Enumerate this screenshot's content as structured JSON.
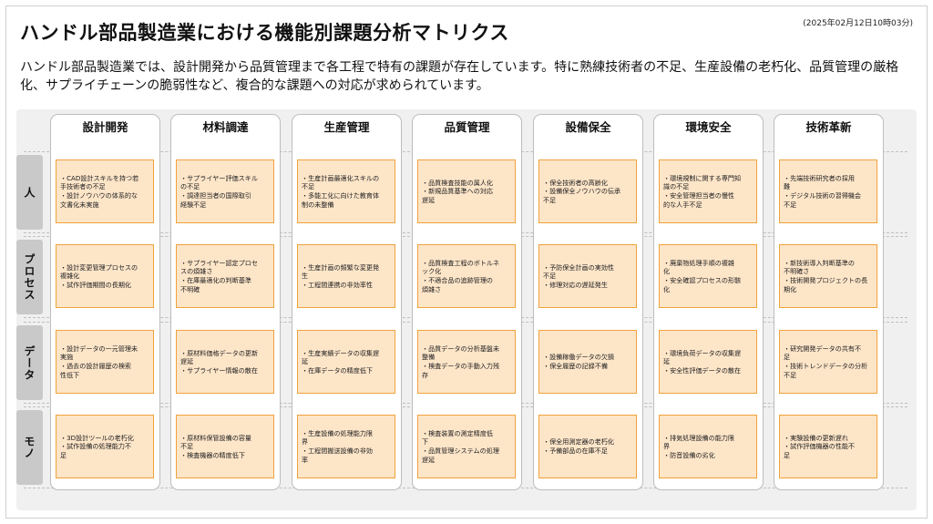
{
  "title": "ハンドル部品製造業における機能別課題分析マトリクス",
  "timestamp": "(2025年02月12日10時03分)",
  "description": "ハンドル部品製造業では、設計開発から品質管理まで各工程で特有の課題が存在しています。特に熟練技術者の不足、生産設備の老朽化、品質管理の厳格化、サプライチェーンの脆弱性など、複合的な課題への対応が求められています。",
  "columns": [
    "設計開発",
    "材料調達",
    "生産管理",
    "品質管理",
    "設備保全",
    "環境安全",
    "技術革新"
  ],
  "rows": [
    "人",
    "プロセス",
    "データ",
    "モノ"
  ],
  "cells": [
    [
      [
        "・CAD設計スキルを持つ若\n手技術者の不足",
        "・設計ノウハウの体系的な\n文書化未実施"
      ],
      [
        "・サプライヤー評価スキル\nの不足",
        "・調達担当者の国際取引\n経験不足"
      ],
      [
        "・生産計画最適化スキルの\n不足",
        "・多能工化に向けた教育体\n制の未整備"
      ],
      [
        "・品質検査技能の属人化",
        "・新規品質基準への対応\n遅延"
      ],
      [
        "・保全技術者の高齢化",
        "・設備保全ノウハウの伝承\n不足"
      ],
      [
        "・環境規制に関する専門知\n識の不足",
        "・安全管理担当者の慢性\n的な人手不足"
      ],
      [
        "・先端技術研究者の採用\n難",
        "・デジタル技術の習得機会\n不足"
      ]
    ],
    [
      [
        "・設計変更管理プロセスの\n複雑化",
        "・試作評価期間の長期化"
      ],
      [
        "・サプライヤー認定プロセ\nスの煩雑さ",
        "・在庫最適化の判断基準\n不明確"
      ],
      [
        "・生産計画の頻繁な変更発\n生",
        "・工程間連携の非効率性"
      ],
      [
        "・品質検査工程のボトルネ\nック化",
        "・不適合品の追跡管理の\n煩雑さ"
      ],
      [
        "・予防保全計画の実効性\n不足",
        "・修理対応の遅延発生"
      ],
      [
        "・廃棄物処理手順の複雑\n化",
        "・安全確認プロセスの形骸\n化"
      ],
      [
        "・新技術導入判断基準の\n不明確さ",
        "・技術開発プロジェクトの長\n期化"
      ]
    ],
    [
      [
        "・設計データの一元管理未\n実施",
        "・過去の設計履歴の検索\n性低下"
      ],
      [
        "・原材料価格データの更新\n遅延",
        "・サプライヤー情報の散在"
      ],
      [
        "・生産実績データの収集遅\n延",
        "・在庫データの精度低下"
      ],
      [
        "・品質データの分析基盤未\n整備",
        "・検査データの手動入力残\n存"
      ],
      [
        "・設備稼働データの欠損",
        "・保全履歴の記録不備"
      ],
      [
        "・環境負荷データの収集遅\n延",
        "・安全性評価データの散在"
      ],
      [
        "・研究開発データの共有不\n足",
        "・技術トレンドデータの分析\n不足"
      ]
    ],
    [
      [
        "・3D設計ツールの老朽化",
        "・試作設備の処理能力不\n足"
      ],
      [
        "・原材料保管設備の容量\n不足",
        "・検査機器の精度低下"
      ],
      [
        "・生産設備の処理能力限\n界",
        "・工程間搬送設備の非効\n率"
      ],
      [
        "・検査装置の測定精度低\n下",
        "・品質管理システムの処理\n遅延"
      ],
      [
        "・保全用測定器の老朽化",
        "・予備部品の在庫不足"
      ],
      [
        "・排気処理設備の能力限\n界",
        "・防音設備の劣化"
      ],
      [
        "・実験設備の更新遅れ",
        "・試作評価機器の性能不\n足"
      ]
    ]
  ]
}
